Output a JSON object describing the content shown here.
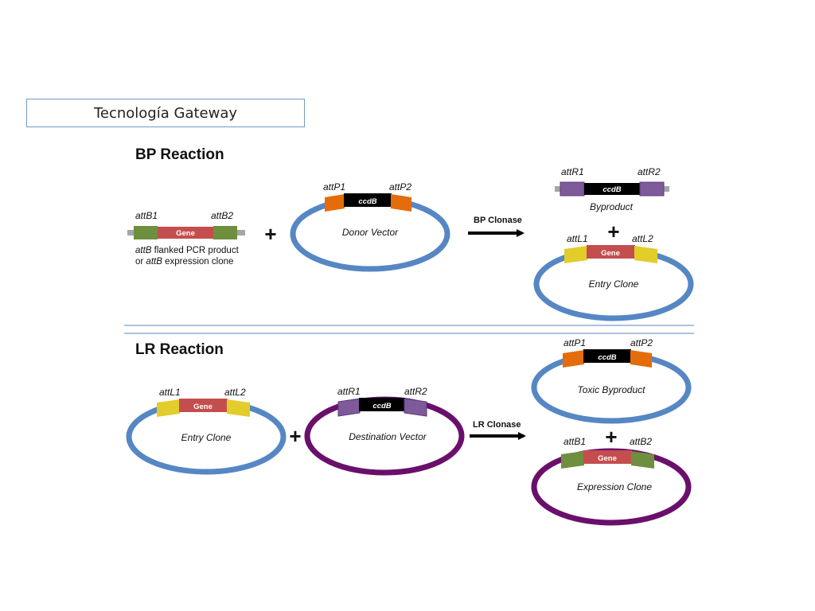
{
  "title": "Tecnología Gateway",
  "bp": {
    "heading": "BP Reaction",
    "pcr": {
      "left_site": "attB1",
      "right_site": "attB2",
      "gene": "Gene",
      "caption_line1_em": "attB",
      "caption_line1_rest": " flanked PCR product",
      "caption_line2_pre": "or ",
      "caption_line2_em": "attB",
      "caption_line2_rest": " expression clone"
    },
    "donor": {
      "left_site": "attP1",
      "right_site": "attP2",
      "insert": "ccdB",
      "name": "Donor Vector"
    },
    "enzyme": "BP Clonase",
    "byproduct": {
      "left_site": "attR1",
      "right_site": "attR2",
      "insert": "ccdB",
      "name": "Byproduct"
    },
    "entry": {
      "left_site": "attL1",
      "right_site": "attL2",
      "insert": "Gene",
      "name": "Entry Clone"
    }
  },
  "lr": {
    "heading": "LR Reaction",
    "entry": {
      "left_site": "attL1",
      "right_site": "attL2",
      "insert": "Gene",
      "name": "Entry Clone"
    },
    "destination": {
      "left_site": "attR1",
      "right_site": "attR2",
      "insert": "ccdB",
      "name": "Destination Vector"
    },
    "enzyme": "LR Clonase",
    "toxic": {
      "left_site": "attP1",
      "right_site": "attP2",
      "insert": "ccdB",
      "name": "Toxic Byproduct"
    },
    "expression": {
      "left_site": "attB1",
      "right_site": "attB2",
      "insert": "Gene",
      "name": "Expression Clone"
    }
  },
  "plus_sign": "+",
  "colors": {
    "blue_ring": "#5687c4",
    "purple_ring": "#6a0f6b",
    "gene": "#c44e4e",
    "ccdB": "#000000",
    "attB": "#6e8f3e",
    "attP": "#e46c0a",
    "attR": "#7e5a9b",
    "attL": "#e2cd2b",
    "title_border": "#6f9bc9"
  }
}
